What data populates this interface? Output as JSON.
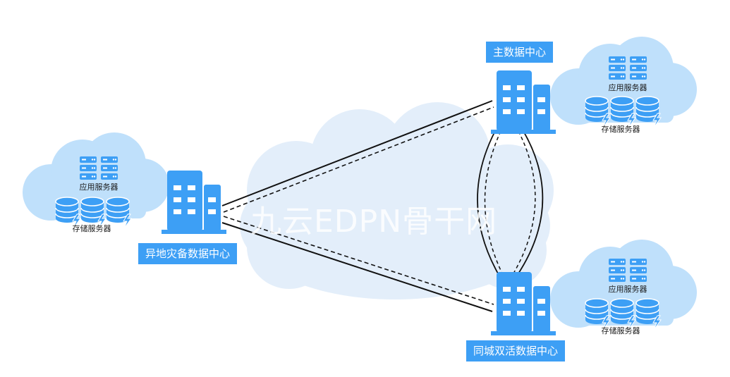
{
  "watermark": "九云EDPN骨干网",
  "sites": {
    "primary": {
      "title": "主数据中心",
      "app_label": "应用服务器",
      "storage_label": "存储服务器"
    },
    "disaster": {
      "title": "异地灾备数据中心",
      "app_label": "应用服务器",
      "storage_label": "存储服务器"
    },
    "active": {
      "title": "同城双活数据中心",
      "app_label": "应用服务器",
      "storage_label": "存储服务器"
    }
  },
  "colors": {
    "building": "#3d9ff5",
    "cloud_small": "#bfe0fb",
    "cloud_big": "#e3eefa",
    "label_bg": "#3d9ff5"
  }
}
